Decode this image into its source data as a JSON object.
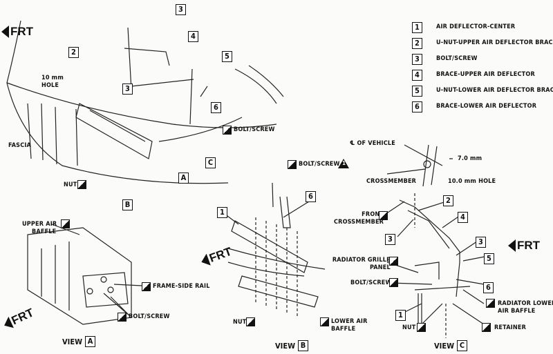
{
  "legend": [
    {
      "num": "1",
      "text": "AIR DEFLECTOR-CENTER"
    },
    {
      "num": "2",
      "text": "U-NUT-UPPER AIR DEFLECTOR BRACE"
    },
    {
      "num": "3",
      "text": "BOLT/SCREW"
    },
    {
      "num": "4",
      "text": "BRACE-UPPER AIR DEFLECTOR"
    },
    {
      "num": "5",
      "text": "U-NUT-LOWER AIR DEFLECTOR BRACE"
    },
    {
      "num": "6",
      "text": "BRACE-LOWER AIR DEFLECTOR"
    }
  ],
  "main": {
    "frt": "FRT",
    "hole": "10 mm",
    "hole2": "HOLE",
    "fascia": "FASCIA",
    "nut": "NUT",
    "bolt": "BOLT/SCREW",
    "callouts": [
      "3",
      "4",
      "2",
      "5",
      "3",
      "6"
    ],
    "views": [
      "A",
      "C",
      "B"
    ]
  },
  "view_a": {
    "upper_baffle1": "UPPER AIR",
    "upper_baffle2": "BAFFLE",
    "frame": "FRAME-SIDE RAIL",
    "bolt": "BOLT/SCREW",
    "frt": "FRT",
    "view": "VIEW",
    "letter": "A"
  },
  "view_b": {
    "bolt": "BOLT/SCREW",
    "warning": "1",
    "c6": "6",
    "c1": "1",
    "frt": "FRT",
    "nut": "NUT",
    "baffle1": "LOWER AIR",
    "baffle2": "BAFFLE",
    "view": "VIEW",
    "letter": "B"
  },
  "view_c": {
    "centerline": "℄ OF VEHICLE",
    "dim": "7.0 mm",
    "crossmember": "CROSSMEMBER",
    "hole": "10.0 mm HOLE",
    "front_cm1": "FRONT",
    "front_cm2": "CROSSMEMBER",
    "grille1": "RADIATOR GRILLE",
    "grille2": "PANEL",
    "bolt": "BOLT/SCREW",
    "rad_baffle1": "RADIATOR LOWER",
    "rad_baffle2": "AIR BAFFLE",
    "nut": "NUT",
    "retainer": "RETAINER",
    "frt": "FRT",
    "c2": "2",
    "c4": "4",
    "c3a": "3",
    "c3b": "3",
    "c5": "5",
    "c6": "6",
    "c1": "1",
    "view": "VIEW",
    "letter": "C"
  }
}
